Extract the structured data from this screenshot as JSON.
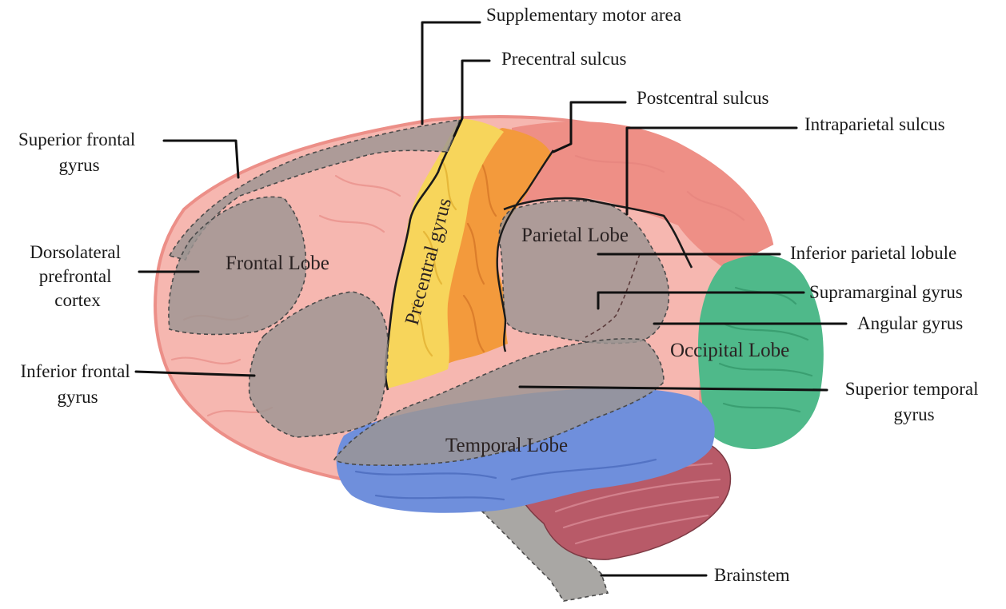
{
  "colors": {
    "frontal": "#f6b7b0",
    "frontal_edge": "#ec8f88",
    "parietal": "#ee8f86",
    "precentral": "#f7d55b",
    "postcentral": "#f39a3c",
    "temporal": "#6f8fdc",
    "occipital": "#4fb98a",
    "cerebellum": "#b85a68",
    "brainstem": "#a9a7a4",
    "region_overlay": "#9c9593"
  },
  "lobes": {
    "frontal": "Frontal Lobe",
    "parietal": "Parietal Lobe",
    "temporal": "Temporal Lobe",
    "occipital": "Occipital Lobe",
    "precentral_gyrus": "Precentral gyrus"
  },
  "labels": {
    "supplementary_motor_area": "Supplementary motor area",
    "precentral_sulcus": "Precentral sulcus",
    "postcentral_sulcus": "Postcentral sulcus",
    "intraparietal_sulcus": "Intraparietal sulcus",
    "superior_frontal_gyrus": [
      "Superior frontal",
      "gyrus"
    ],
    "dorsolateral_prefrontal_cortex": [
      "Dorsolateral",
      "prefrontal",
      "cortex"
    ],
    "inferior_frontal_gyrus": [
      "Inferior frontal",
      "gyrus"
    ],
    "inferior_parietal_lobule": "Inferior parietal lobule",
    "supramarginal_gyrus": "Supramarginal gyrus",
    "angular_gyrus": "Angular gyrus",
    "superior_temporal_gyrus": [
      "Superior temporal",
      "gyrus"
    ],
    "brainstem": "Brainstem"
  }
}
